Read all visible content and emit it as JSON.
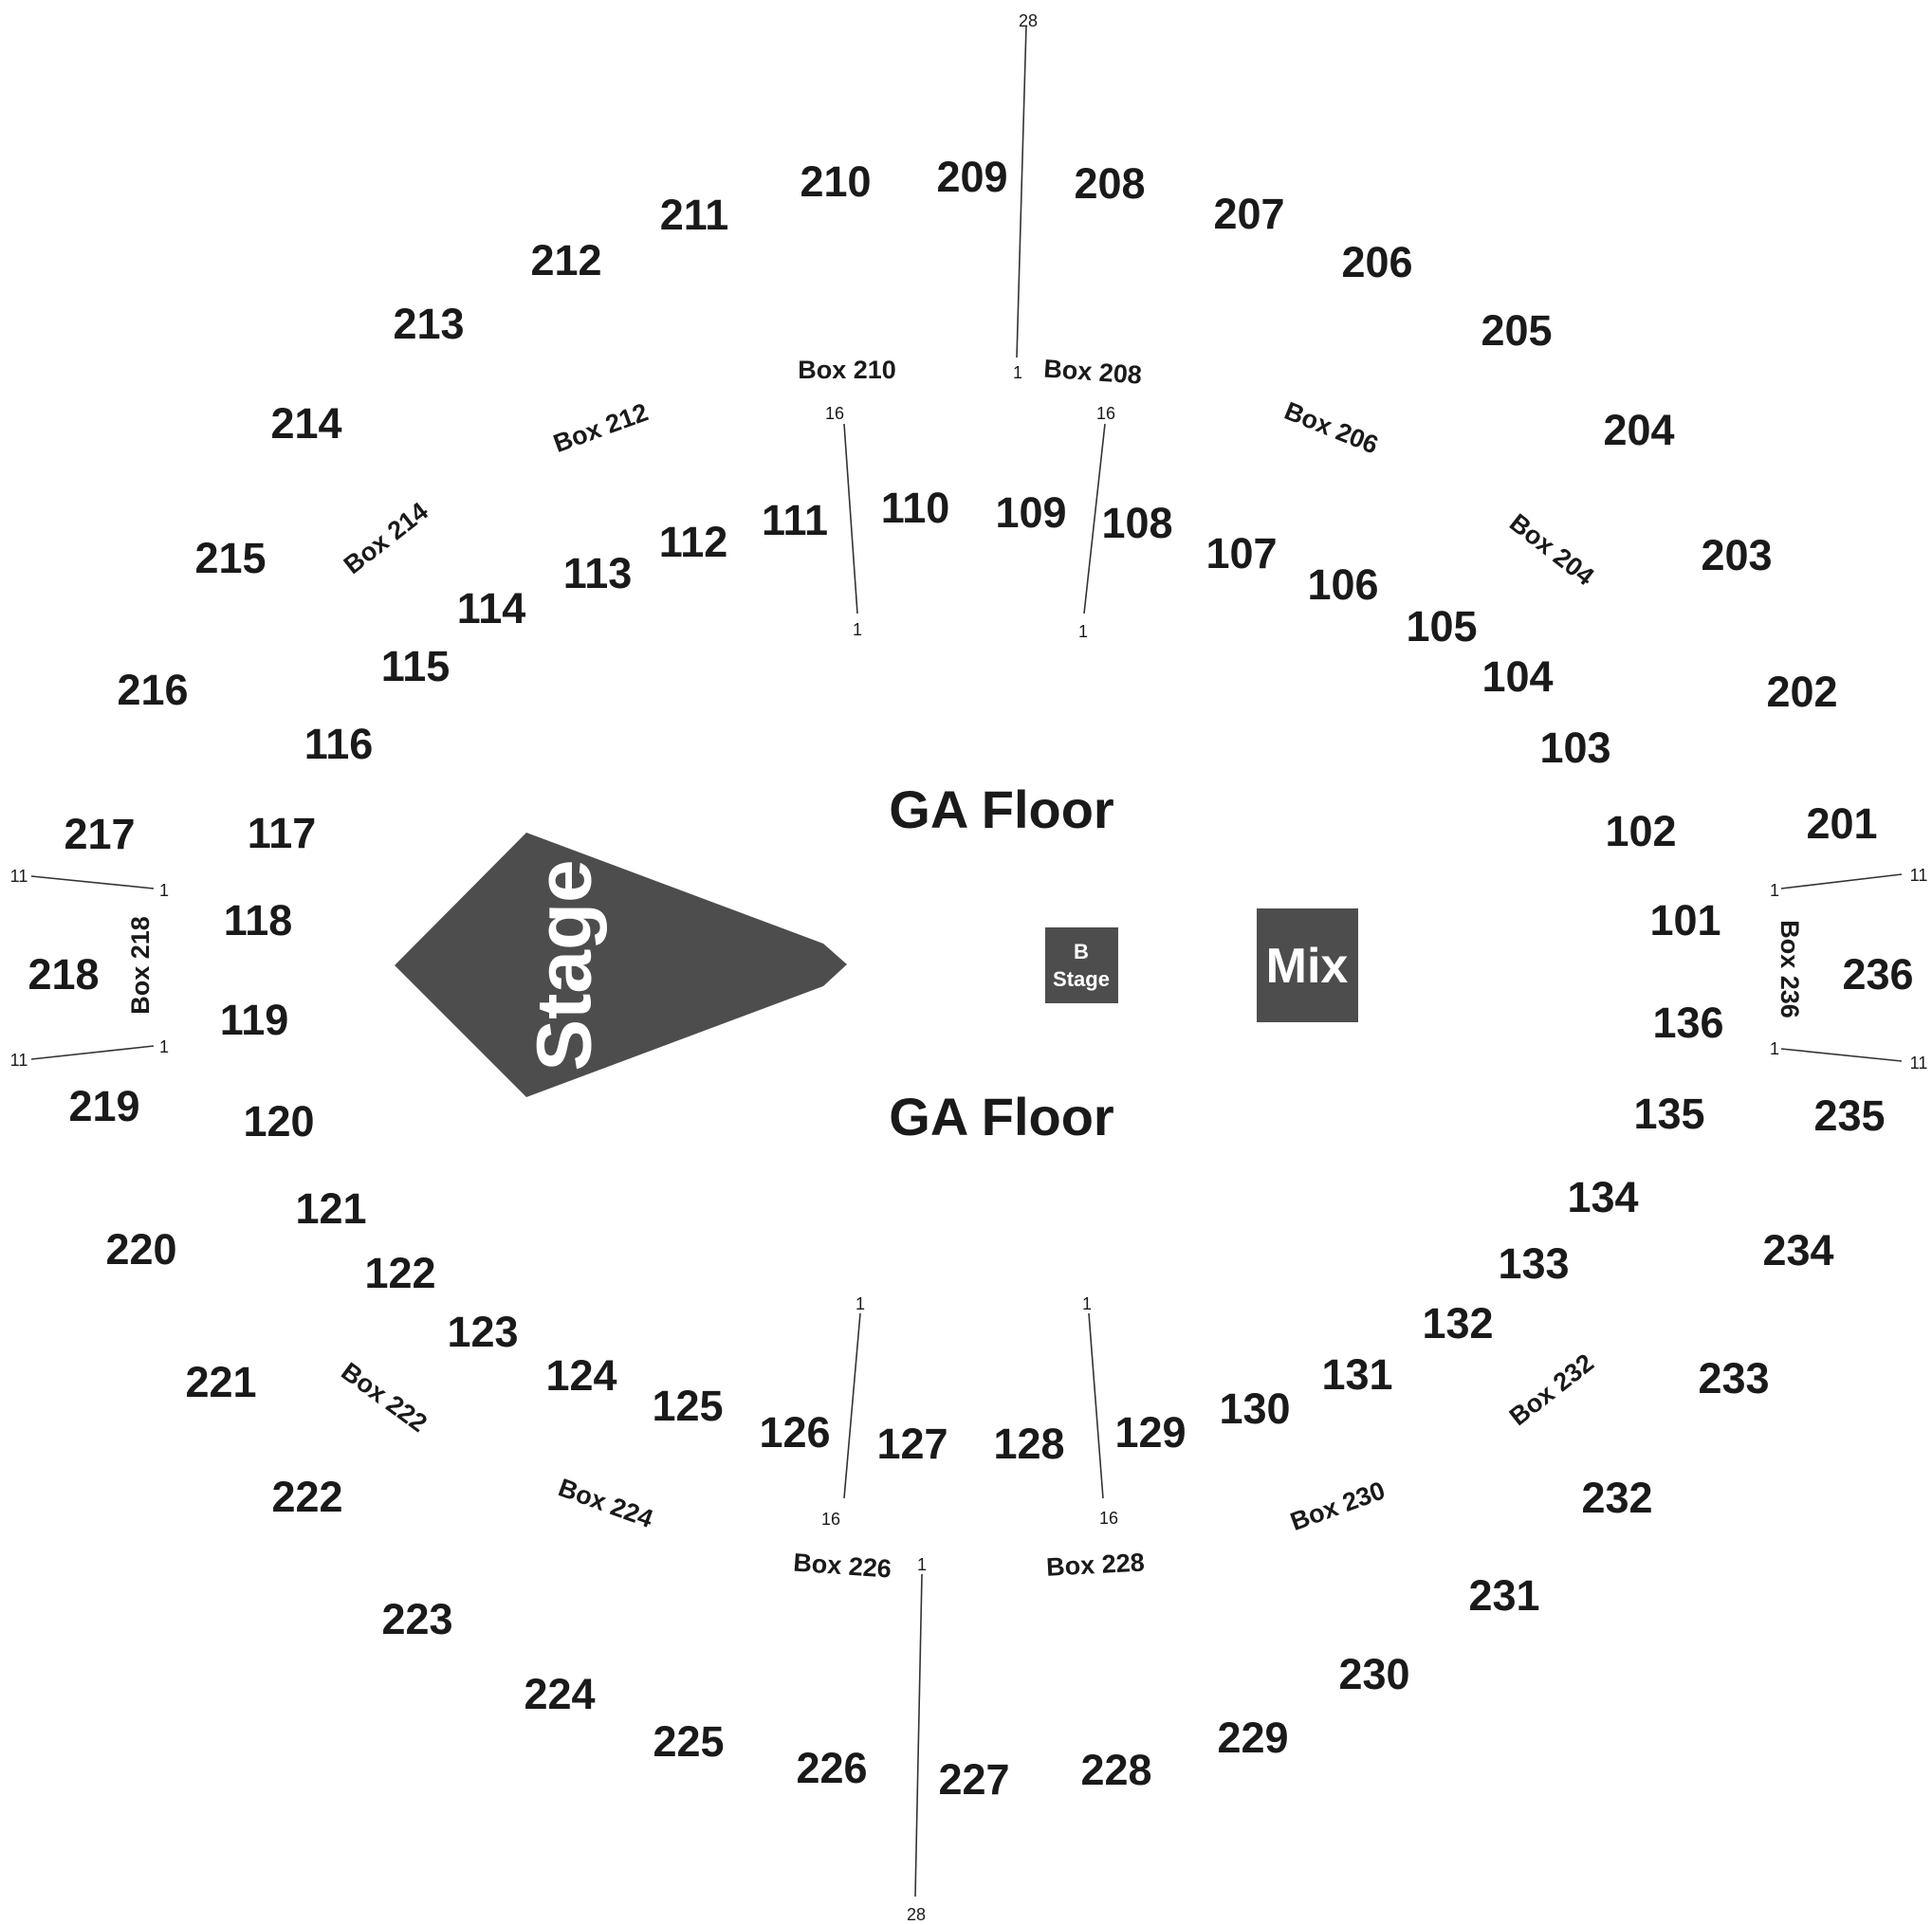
{
  "colors": {
    "background": "#ffffff",
    "text": "#1a1a1a",
    "block": "#4d4d4d",
    "block_text": "#ffffff"
  },
  "floor": {
    "ga_top": "GA Floor",
    "ga_bottom": "GA Floor",
    "stage": "Stage",
    "b_stage_line1": "B",
    "b_stage_line2": "Stage",
    "mix": "Mix"
  },
  "sections_100": [
    "101",
    "102",
    "103",
    "104",
    "105",
    "106",
    "107",
    "108",
    "109",
    "110",
    "111",
    "112",
    "113",
    "114",
    "115",
    "116",
    "117",
    "118",
    "119",
    "120",
    "121",
    "122",
    "123",
    "124",
    "125",
    "126",
    "127",
    "128",
    "129",
    "130",
    "131",
    "132",
    "133",
    "134",
    "135",
    "136"
  ],
  "sections_200": [
    "201",
    "202",
    "203",
    "204",
    "205",
    "206",
    "207",
    "208",
    "209",
    "210",
    "211",
    "212",
    "213",
    "214",
    "215",
    "216",
    "217",
    "218",
    "219",
    "220",
    "221",
    "222",
    "223",
    "224",
    "225",
    "226",
    "227",
    "228",
    "229",
    "230",
    "231",
    "232",
    "233",
    "234",
    "235",
    "236"
  ],
  "boxes": {
    "b204": "Box 204",
    "b206": "Box 206",
    "b208": "Box 208",
    "b210": "Box 210",
    "b212": "Box 212",
    "b214": "Box 214",
    "b218": "Box 218",
    "b222": "Box 222",
    "b224": "Box 224",
    "b226": "Box 226",
    "b228": "Box 228",
    "b230": "Box 230",
    "b232": "Box 232",
    "b236": "Box 236"
  },
  "rows": {
    "r1": "1",
    "r11": "11",
    "r16": "16",
    "r28": "28"
  }
}
